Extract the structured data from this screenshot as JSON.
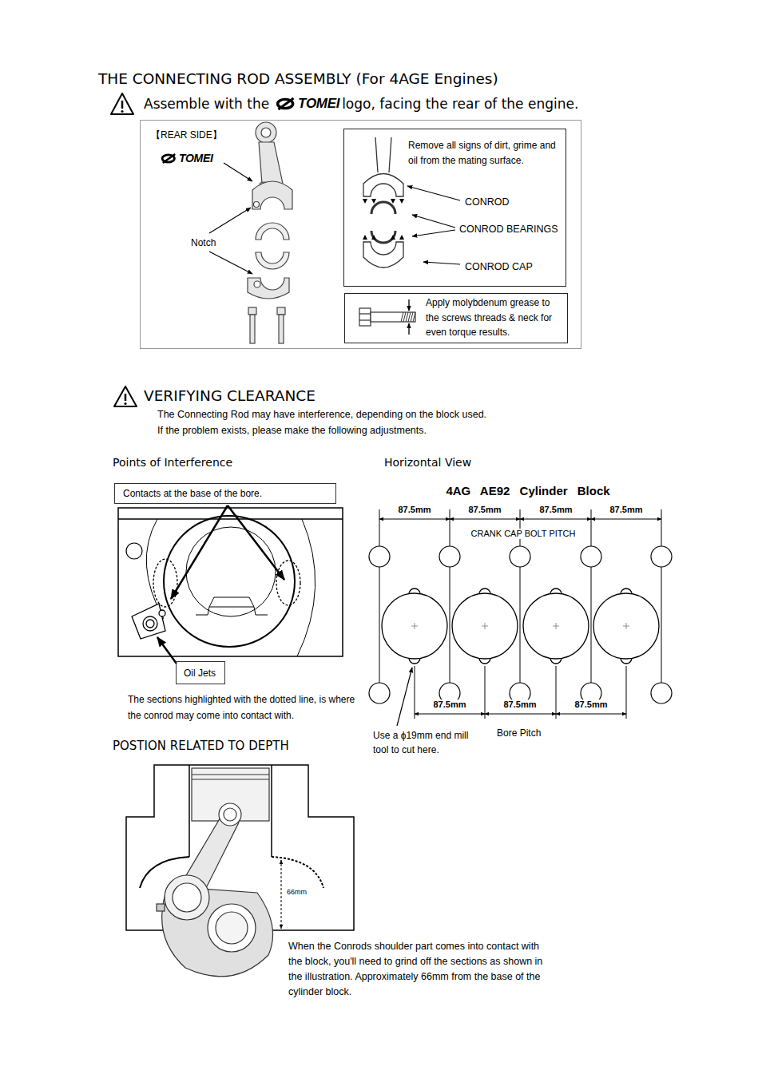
{
  "diagram": {
    "title": "THE CONNECTING ROD ASSEMBLY (For 4AGE Engines)",
    "nodes": [
      {
        "text": [
          "【REAR SIDE】",
          "TOMEI",
          "Notch"
        ]
      },
      {
        "text": [
          "Remove all signs of dirt, grime and oil from the mating surface.",
          "CONROD",
          "CONROD BEARINGS",
          "CONROD CAP"
        ],
        "in": 0
      },
      {
        "text": [
          "Apply molybdenum grease to the screws threads & neck for even torque results."
        ],
        "in": 0
      },
      {
        "text": [
          "Contacts at the base of the bore."
        ]
      },
      {
        "text": [
          "Oil Jets"
        ]
      }
    ],
    "labels": [
      "Assemble with the",
      "TOMEI",
      "logo, facing the rear of the engine.",
      "VERIFYING CLEARANCE",
      "The Connecting Rod may have interference, depending on the block used.",
      "If the problem exists, please make the following adjustments.",
      "Points of Interference",
      "Horizontal View",
      "4AG AE92 Cylinder Block",
      "87.5mm",
      "87.5mm",
      "87.5mm",
      "87.5mm",
      "CRANK CAP BOLT PITCH",
      "87.5mm",
      "87.5mm",
      "87.5mm",
      "Use a ϕ19mm end mill tool to cut here.",
      "Bore Pitch",
      "The sections highlighted with the dotted line, is where the conrod may come into contact with.",
      "POSTION RELATED TO DEPTH",
      "66mm",
      "When the Conrods shoulder part comes into contact with the block, you'll need to grind off the sections as shown in the illustration. Approximately 66mm from the base of the cylinder block."
    ]
  }
}
